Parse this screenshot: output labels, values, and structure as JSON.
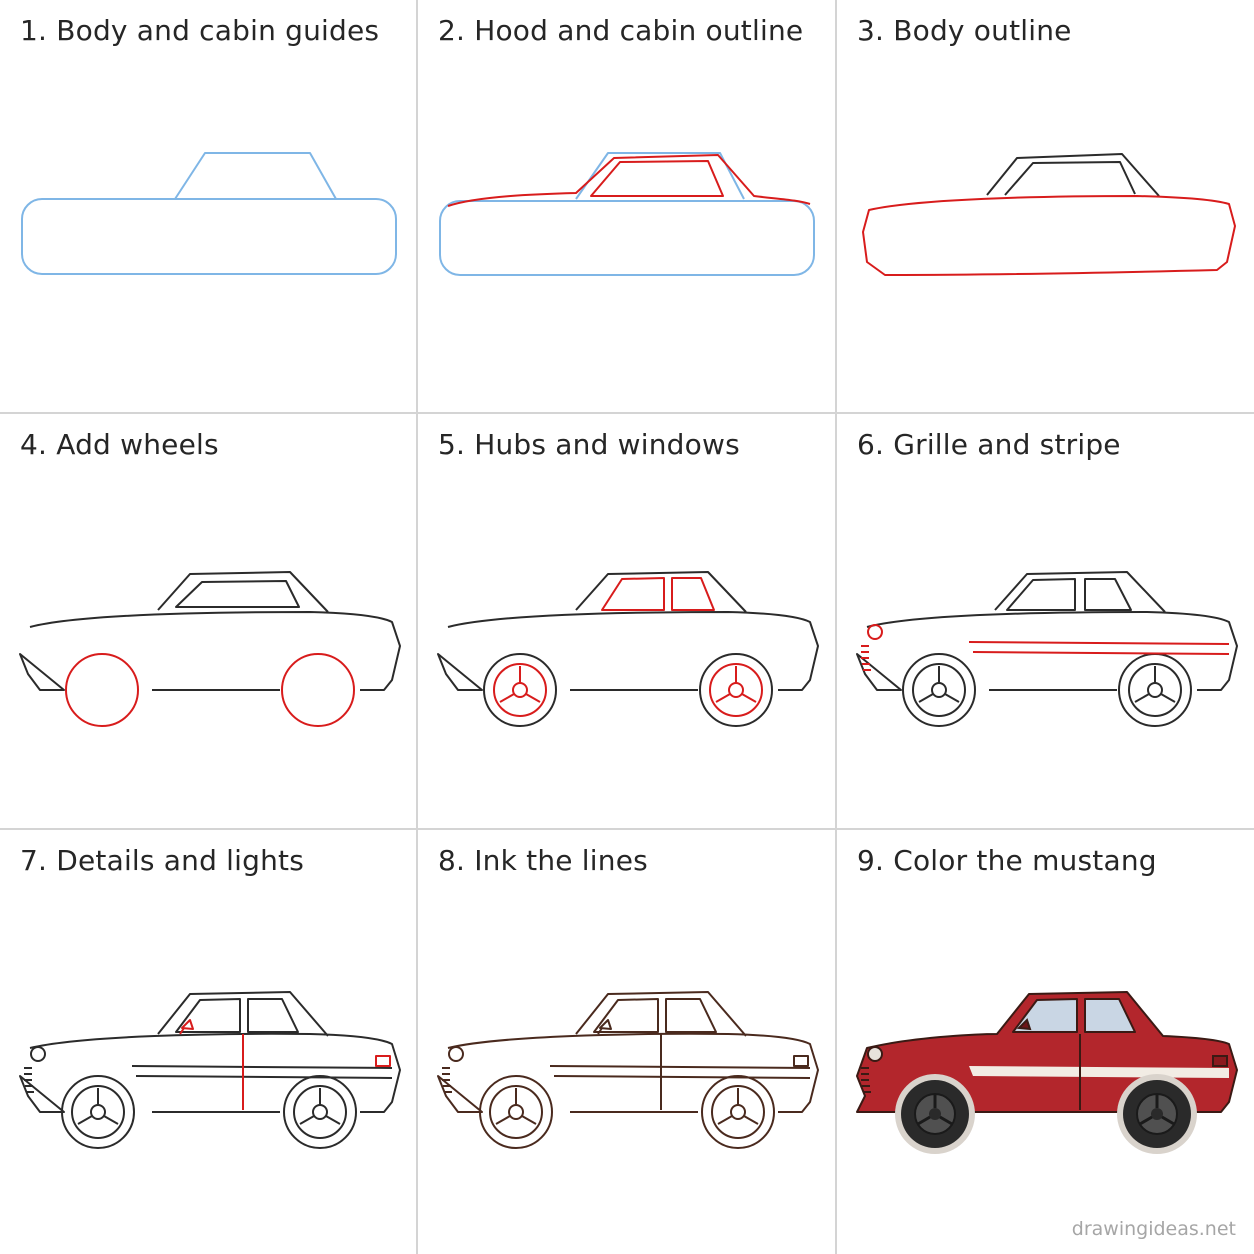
{
  "steps": [
    {
      "label": "1. Body and cabin guides"
    },
    {
      "label": "2. Hood and cabin outline"
    },
    {
      "label": "3. Body outline"
    },
    {
      "label": "4. Add wheels"
    },
    {
      "label": "5. Hubs and windows"
    },
    {
      "label": "6. Grille and stripe"
    },
    {
      "label": "7. Details and lights"
    },
    {
      "label": "8. Ink the lines"
    },
    {
      "label": "9. Color the mustang"
    }
  ],
  "watermark": "drawingideas.net",
  "colors": {
    "guide": "#7fb6e6",
    "new_line": "#d81c1c",
    "pencil": "#2b2b2b",
    "ink": "#4a2a1e",
    "paint": "#b3262c",
    "paint_dark": "#6e1418",
    "glass": "#c9d6e4",
    "tire": "#2a2a2a"
  }
}
